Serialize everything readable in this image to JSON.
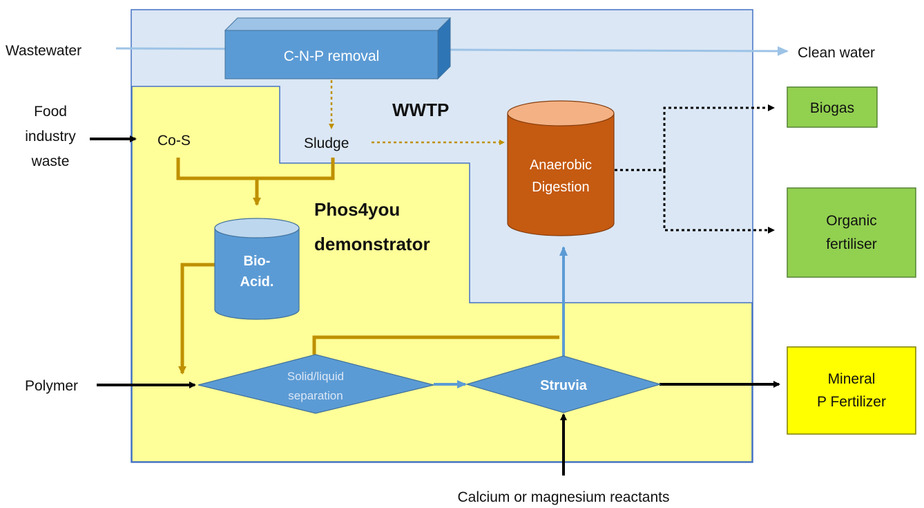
{
  "inputs": {
    "wastewater": "Wastewater",
    "food_line1": "Food",
    "food_line2": "industry",
    "food_line3": "waste",
    "polymer": "Polymer",
    "reactants": "Calcium or magnesium reactants"
  },
  "nodes": {
    "cnp_removal": "C-N-P removal",
    "co_s": "Co-S",
    "sludge": "Sludge",
    "wwtp": "WWTP",
    "phos_line1": "Phos4you",
    "phos_line2": "demonstrator",
    "bio_line1": "Bio-",
    "bio_line2": "Acid.",
    "ad_line1": "Anaerobic",
    "ad_line2": "Digestion",
    "sl_line1": "Solid/liquid",
    "sl_line2": "separation",
    "struvia": "Struvia"
  },
  "outputs": {
    "clean_water": "Clean water",
    "biogas": "Biogas",
    "organic_line1": "Organic",
    "organic_line2": "fertiliser",
    "mineral_line1": "Mineral",
    "mineral_line2": "P Fertilizer"
  },
  "colors": {
    "wwtp_area": "#dbe7f5",
    "demonstrator_area": "#ffff99",
    "process_blue": "#5b9bd5",
    "digester_orange": "#c55a11",
    "gold_flow": "#bf9000",
    "output_green": "#92d050",
    "output_yellow": "#ffff00"
  }
}
